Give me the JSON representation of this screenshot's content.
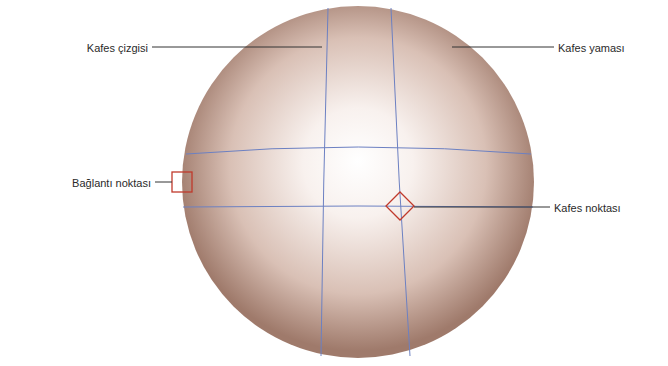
{
  "diagram": {
    "labels": [
      "Kafes çizgisi",
      "Kafes yaması",
      "Bağlantı noktası",
      "Kafes noktası"
    ]
  }
}
